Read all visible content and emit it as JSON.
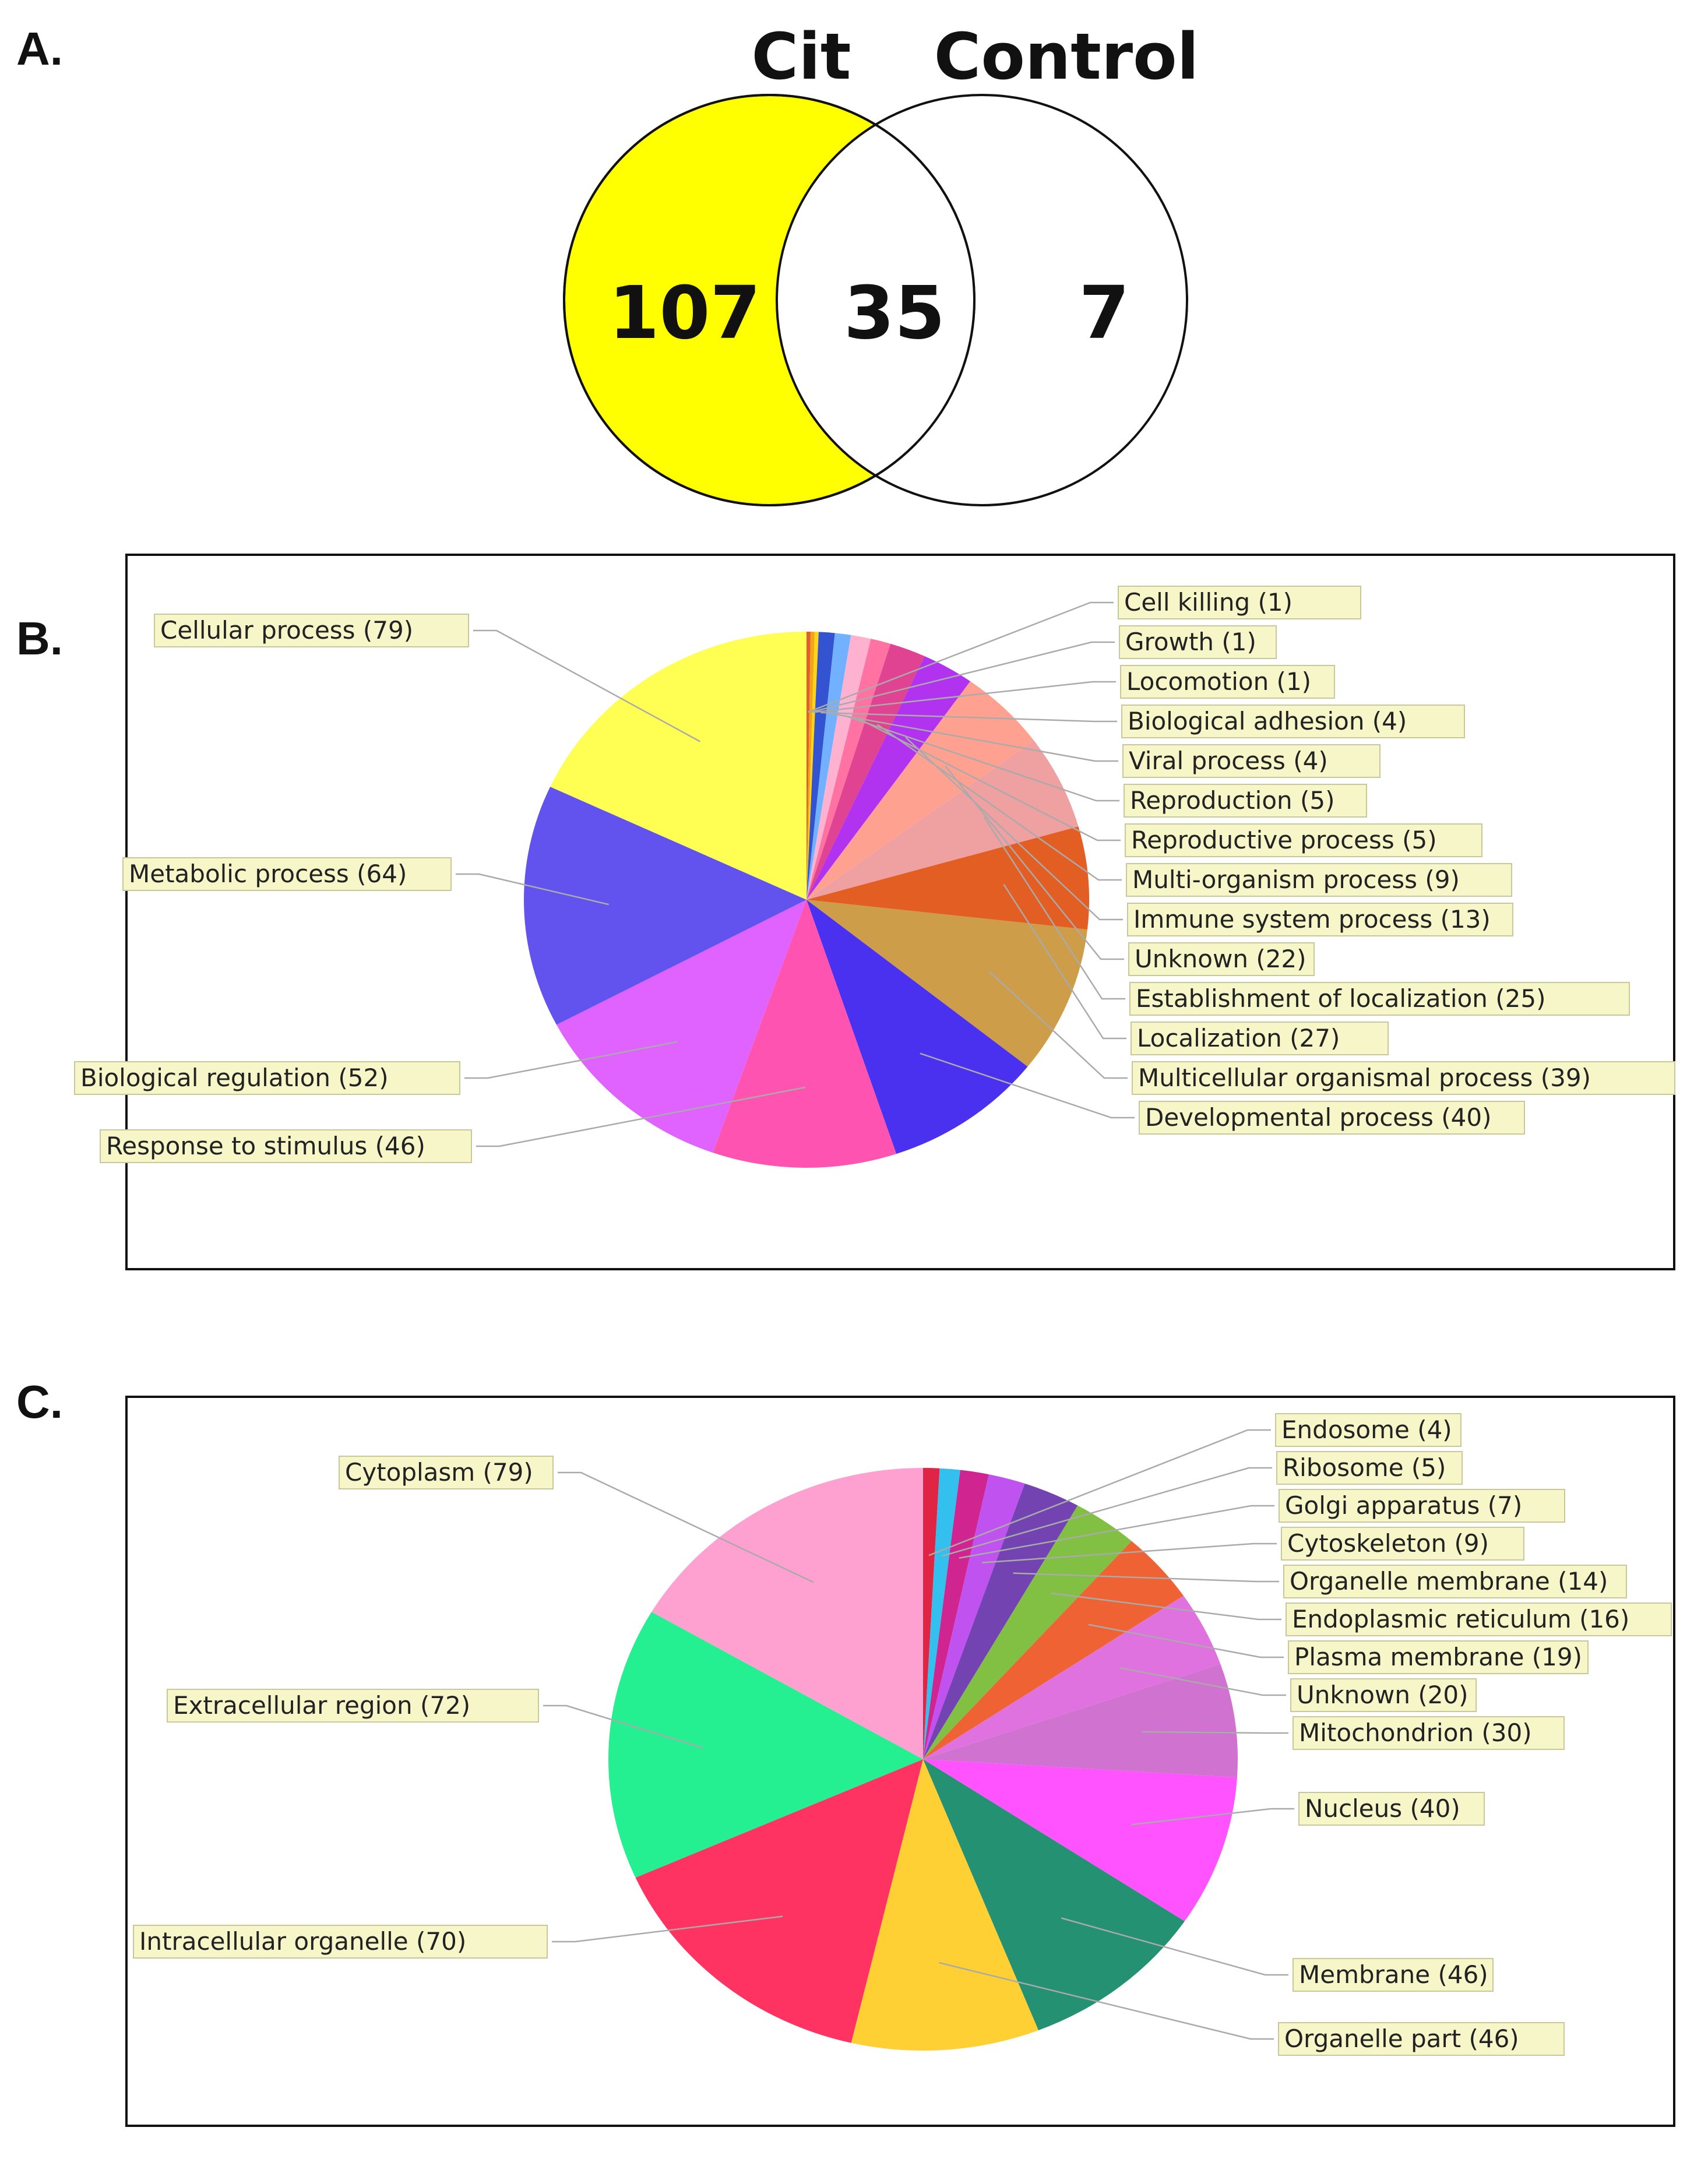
{
  "panels": {
    "a": "A.",
    "b": "B.",
    "c": "C."
  },
  "venn": {
    "left_label": "Cit",
    "right_label": "Control",
    "left_only": "107",
    "overlap": "35",
    "right_only": "7",
    "left_color": "#ffff00",
    "right_color": "#ffffff"
  },
  "chart_data": [
    {
      "type": "pie",
      "panel": "B",
      "slices": [
        {
          "label": "Cell killing (1)",
          "value": 1,
          "color": "#e05020"
        },
        {
          "label": "Growth (1)",
          "value": 1,
          "color": "#f0a000"
        },
        {
          "label": "Locomotion (1)",
          "value": 1,
          "color": "#ffd000"
        },
        {
          "label": "Biological adhesion (4)",
          "value": 4,
          "color": "#2244cc"
        },
        {
          "label": "Viral process (4)",
          "value": 4,
          "color": "#66aaff"
        },
        {
          "label": "Reproduction (5)",
          "value": 5,
          "color": "#ffaacc"
        },
        {
          "label": "Reproductive process (5)",
          "value": 5,
          "color": "#ff6699"
        },
        {
          "label": "Multi-organism process (9)",
          "value": 9,
          "color": "#dd3388"
        },
        {
          "label": "Immune system process (13)",
          "value": 13,
          "color": "#aa22ee"
        },
        {
          "label": "Unknown (22)",
          "value": 22,
          "color": "#ff9988"
        },
        {
          "label": "Establishment of localization (25)",
          "value": 25,
          "color": "#ee9999"
        },
        {
          "label": "Localization (27)",
          "value": 27,
          "color": "#e05010"
        },
        {
          "label": "Multicellular organismal process (39)",
          "value": 39,
          "color": "#c9953a"
        },
        {
          "label": "Developmental process (40)",
          "value": 40,
          "color": "#3a1fee"
        },
        {
          "label": "Response to stimulus (46)",
          "value": 46,
          "color": "#ff44aa"
        },
        {
          "label": "Biological regulation (52)",
          "value": 52,
          "color": "#dd55ff"
        },
        {
          "label": "Metabolic process (64)",
          "value": 64,
          "color": "#5544ee"
        },
        {
          "label": "Cellular process (79)",
          "value": 79,
          "color": "#ffff44"
        }
      ]
    },
    {
      "type": "pie",
      "panel": "C",
      "slices": [
        {
          "label": "Endosome (4)",
          "value": 4,
          "color": "#dd1133"
        },
        {
          "label": "Ribosome (5)",
          "value": 5,
          "color": "#22bbee"
        },
        {
          "label": "Golgi apparatus (7)",
          "value": 7,
          "color": "#cc1188"
        },
        {
          "label": "Cytoskeleton (9)",
          "value": 9,
          "color": "#bb44ee"
        },
        {
          "label": "Organelle membrane (14)",
          "value": 14,
          "color": "#6633aa"
        },
        {
          "label": "Endoplasmic reticulum (16)",
          "value": 16,
          "color": "#77bb33"
        },
        {
          "label": "Plasma membrane (19)",
          "value": 19,
          "color": "#ee5522"
        },
        {
          "label": "Unknown (20)",
          "value": 20,
          "color": "#dd66dd"
        },
        {
          "label": "Mitochondrion (30)",
          "value": 30,
          "color": "#cc66cc"
        },
        {
          "label": "Nucleus (40)",
          "value": 40,
          "color": "#ff44ff"
        },
        {
          "label": "Membrane (46)",
          "value": 46,
          "color": "#118866"
        },
        {
          "label": "Organelle part (46)",
          "value": 46,
          "color": "#ffcc22"
        },
        {
          "label": "Intracellular organelle (70)",
          "value": 70,
          "color": "#ff2255"
        },
        {
          "label": "Extracellular region (72)",
          "value": 72,
          "color": "#11ee88"
        },
        {
          "label": "Cytoplasm (79)",
          "value": 79,
          "color": "#ff99cc"
        }
      ]
    }
  ]
}
